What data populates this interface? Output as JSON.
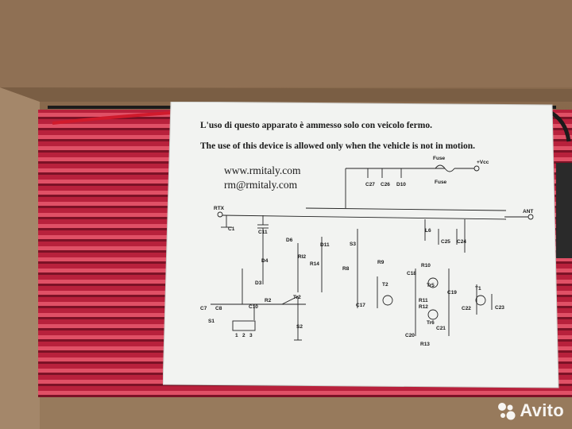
{
  "paper": {
    "line_italian": "L'uso di questo apparato è ammesso solo con  veicolo fermo.",
    "line_english": "The use of this device is allowed only when the vehicle is not in motion.",
    "website": "www.rmitaly.com",
    "email": "rm@rmitaly.com"
  },
  "schematic": {
    "labels": {
      "rtx": "RTX",
      "ant": "ANT",
      "vcc": "+Vcc",
      "fuse_top": "Fuse",
      "fuse_bottom": "Fuse",
      "c27": "C27",
      "c26": "C26",
      "d10": "D10",
      "c1": "C1",
      "c11": "C11",
      "d6": "D6",
      "d11": "D11",
      "ri2": "RI2",
      "r14": "R14",
      "d4": "D4",
      "d3": "D3",
      "s3": "S3",
      "r9": "R9",
      "r8": "R8",
      "l6": "L6",
      "c25": "C25",
      "c24": "C24",
      "r10": "R10",
      "c18": "C18",
      "tr5": "Tr5",
      "c19": "C19",
      "t2": "T2",
      "t1": "T1",
      "r11": "R11",
      "r12": "R12",
      "c22": "C22",
      "c23": "C23",
      "c17": "C17",
      "tr6": "Tr6",
      "c21": "C21",
      "c20": "C20",
      "r13": "R13",
      "c7": "C7",
      "c8": "C8",
      "c10": "C10",
      "r2": "R2",
      "tr2": "Tr2",
      "s1": "S1",
      "s2": "S2",
      "pin1": "1",
      "pin2": "2",
      "pin3": "3"
    }
  },
  "watermark": {
    "text": "Avito"
  }
}
